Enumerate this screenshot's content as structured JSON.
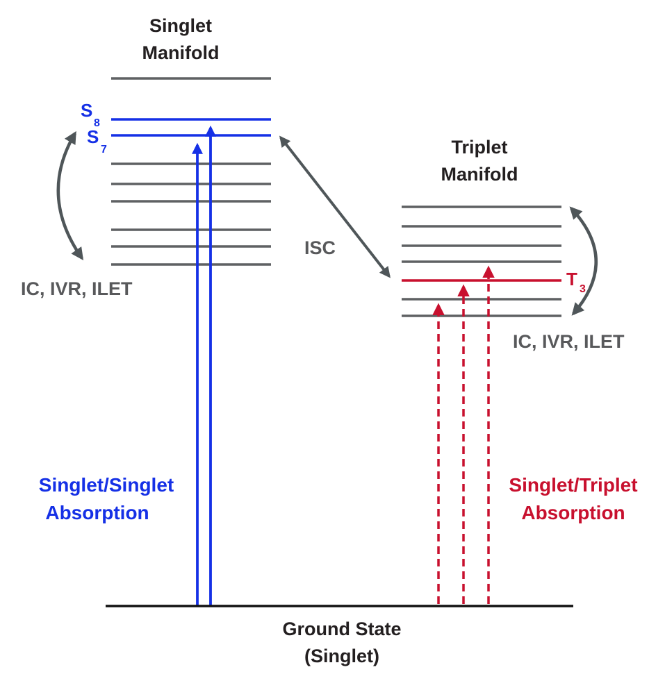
{
  "colors": {
    "singlet": "#1530e6",
    "triplet": "#c8102e",
    "level_gray": "#5f6163",
    "arrow_gray": "#4f5659",
    "text_dark": "#231f20",
    "text_gray": "#58595b",
    "ground": "#111111"
  },
  "singlet_manifold": {
    "title_line1": "Singlet",
    "title_line2": "Manifold",
    "s8_letter": "S",
    "s8_sub": "8",
    "s7_letter": "S",
    "s7_sub": "7",
    "relaxation_label": "IC, IVR, ILET"
  },
  "triplet_manifold": {
    "title_line1": "Triplet",
    "title_line2": "Manifold",
    "t3_letter": "T",
    "t3_sub": "3",
    "relaxation_label": "IC, IVR, ILET"
  },
  "isc_label": "ISC",
  "singlet_absorption": {
    "line1": "Singlet/Singlet",
    "line2": "Absorption"
  },
  "triplet_absorption": {
    "line1": "Singlet/Triplet",
    "line2": "Absorption"
  },
  "ground_state": {
    "line1": "Ground State",
    "line2": "(Singlet)"
  }
}
